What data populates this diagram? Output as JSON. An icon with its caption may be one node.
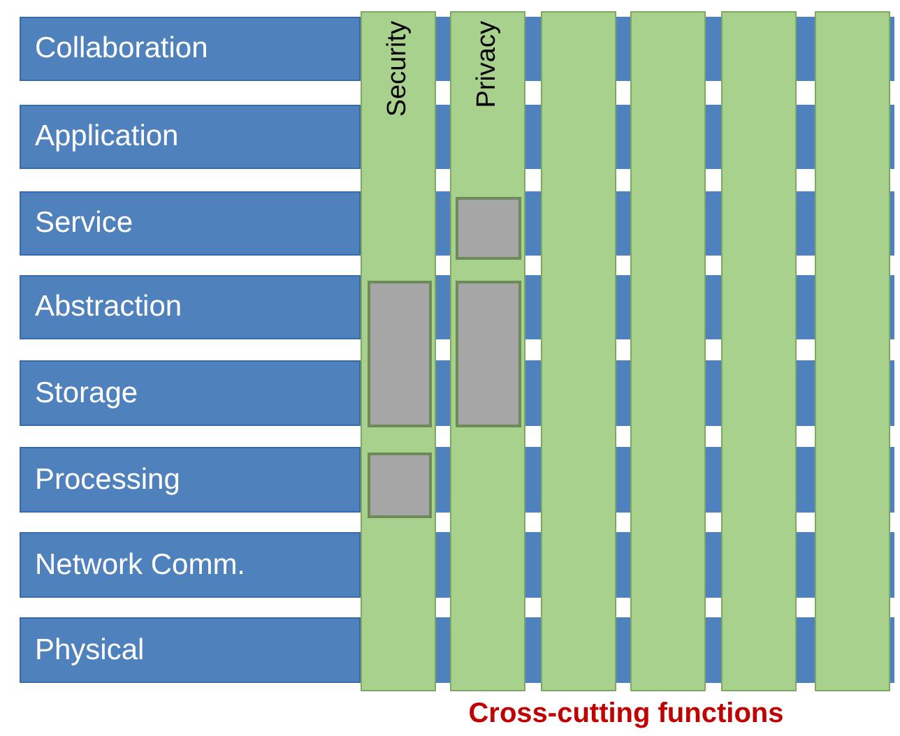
{
  "diagram": {
    "caption": "Cross-cutting functions",
    "nodes": [
      {
        "text": [
          "Collaboration"
        ]
      },
      {
        "text": [
          "Application"
        ]
      },
      {
        "text": [
          "Service"
        ]
      },
      {
        "text": [
          "Abstraction"
        ]
      },
      {
        "text": [
          "Storage"
        ]
      },
      {
        "text": [
          "Processing"
        ]
      },
      {
        "text": [
          "Network Comm."
        ]
      },
      {
        "text": [
          "Physical"
        ]
      },
      {
        "text": [
          "Security"
        ]
      },
      {
        "text": [
          "Privacy"
        ]
      },
      {
        "text": [],
        "shape": "bar"
      },
      {
        "text": [],
        "shape": "bar"
      },
      {
        "text": [],
        "shape": "bar"
      },
      {
        "text": [],
        "shape": "bar"
      },
      {
        "text": [],
        "shape": "box",
        "in": 8
      },
      {
        "text": [],
        "shape": "box",
        "in": 8
      },
      {
        "text": [],
        "shape": "box",
        "in": 9
      },
      {
        "text": [],
        "shape": "box",
        "in": 9
      }
    ],
    "edges": []
  }
}
